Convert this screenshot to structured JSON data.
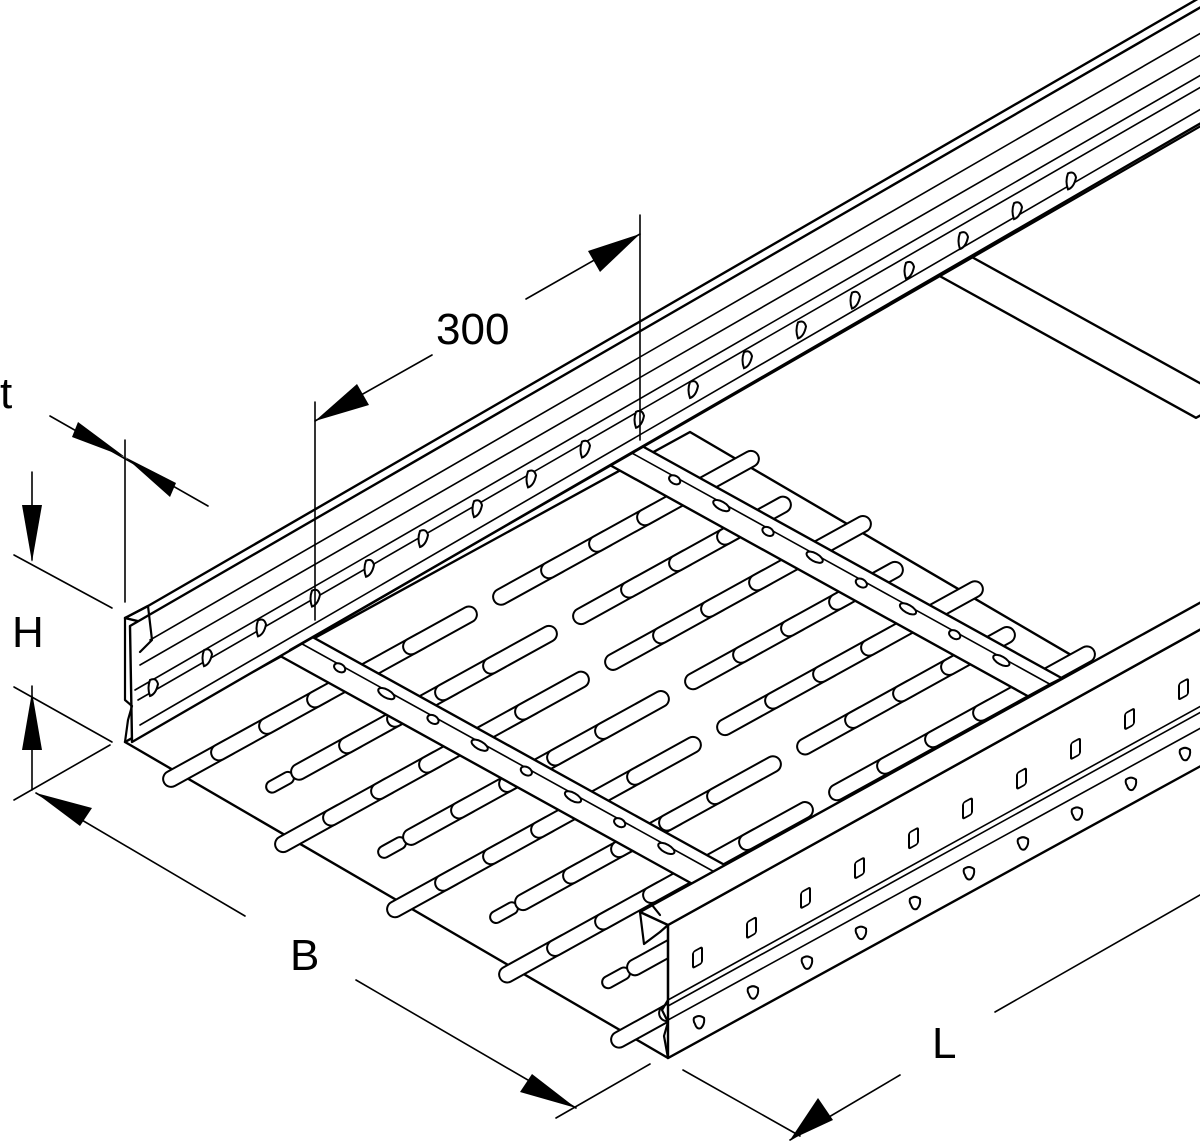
{
  "figure": {
    "subject": "perforated cable tray, isometric view",
    "line_color": "#000000",
    "background_color": "#ffffff"
  },
  "dimensions": {
    "thickness": {
      "label": "t"
    },
    "height": {
      "label": "H"
    },
    "width": {
      "label": "B"
    },
    "length": {
      "label": "L"
    },
    "pitch": {
      "label": "300"
    }
  }
}
